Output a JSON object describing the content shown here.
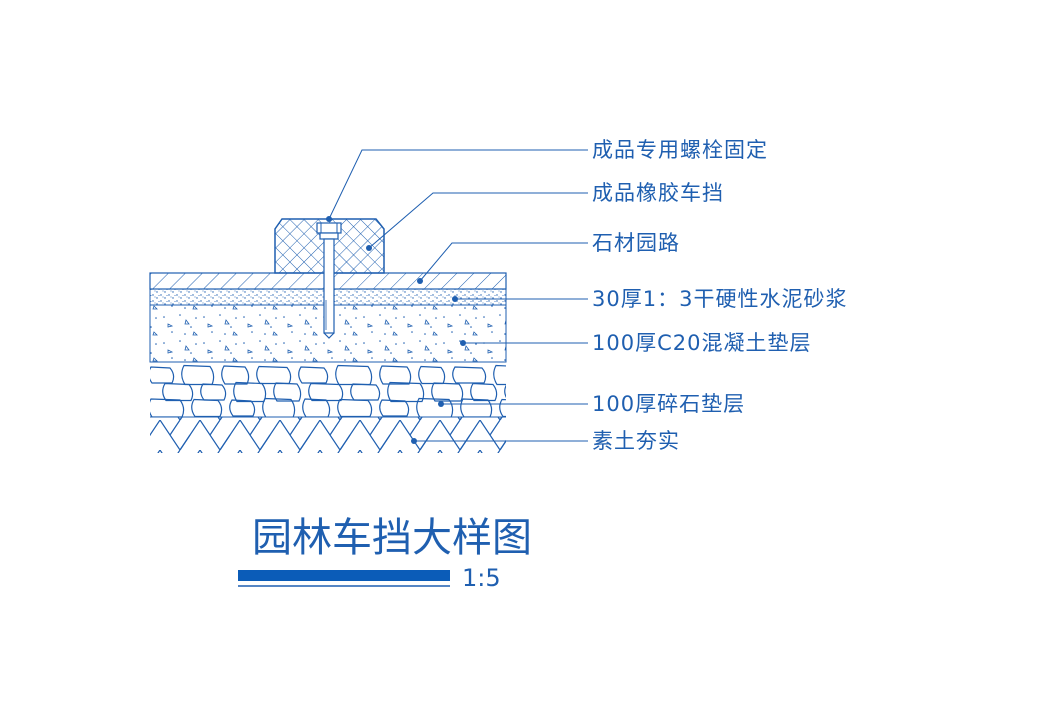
{
  "labels": {
    "bolt": "成品专用螺栓固定",
    "stop": "成品橡胶车挡",
    "stone": "石材园路",
    "mortar": "30厚1：3干硬性水泥砂浆",
    "concrete": "100厚C20混凝土垫层",
    "gravel": "100厚碎石垫层",
    "soil": "素土夯实"
  },
  "title": "园林车挡大样图",
  "scale": "1:5",
  "colors": {
    "line": "#1f5fb0",
    "title_bar": "#0b5cb8"
  }
}
